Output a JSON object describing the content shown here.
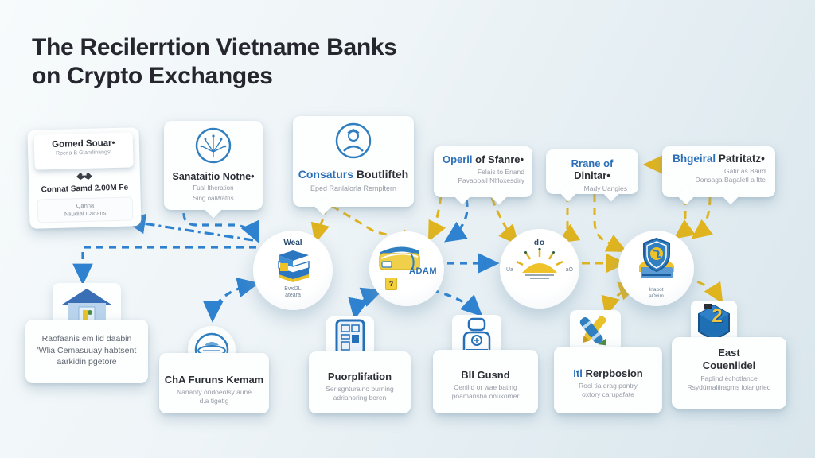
{
  "title": {
    "line1": "The Recilerrtion Vietname Banks",
    "line2": "on Crypto Exchanges"
  },
  "colors": {
    "arrow_blue": "#2e82d0",
    "arrow_yellow": "#e0b41e",
    "accent_blue": "#2a6fb8",
    "title_text": "#26262e",
    "body_text": "#2b2f36",
    "muted_text": "#979da6",
    "icon_yellow": "#f0c22a",
    "icon_blue": "#2f7fc1",
    "background": "#e8f0f4"
  },
  "top_row": [
    {
      "title": "Gomed Souar•",
      "subtitle": "Rper'a B Glandinangst",
      "mid_title": "Connat Samd 2.00M Fe",
      "inner_line1": "Qanna",
      "inner_line2": "Nliudial Cadans",
      "icon": "handshake-icon"
    },
    {
      "title": "Sanataitio Notne•",
      "sub1": "Fual Itheration",
      "sub2": "Sing oalWatns",
      "icon": "dandelion-icon"
    },
    {
      "title_accent": "Consaturs",
      "title_rest": " Boutlifteh",
      "sub1": "Eped Ranlalorla Rempltern",
      "icon": "graduate-icon"
    },
    {
      "title_accent": "Operil",
      "title_rest": " of Sfanre•",
      "sub1": "Felais to Enand",
      "sub2": "Pavaooail Nlfloxesdiry"
    },
    {
      "title_accent": "Rrane of",
      "title_rest": " Dinitar•",
      "sub1": "Mady Uangies"
    },
    {
      "title_accent": "Bhgeiral",
      "title_rest": " Patritatz•",
      "sub1": "Gatir as Baird",
      "sub2": "Donsaga Bagaletl a Itte"
    }
  ],
  "center_row": [
    {
      "label": "Weal",
      "cap1": "Bwd2L",
      "cap2": "ateara",
      "icon": "stacked-box-icon"
    },
    {
      "label": "ADAM",
      "tag": "?",
      "icon": "wallet-icon"
    },
    {
      "label": "do",
      "left_label": "Ua",
      "right_label": "aO",
      "icon": "sun-icon"
    },
    {
      "cap1": "Inapot",
      "cap2": "aOvim",
      "icon": "shield-icon"
    }
  ],
  "bottom_row": [
    {
      "lines": [
        "Raofaanis em lid daabin",
        "'Wlia Cemasuuay habtsent",
        "aarkidin pgetore"
      ],
      "icon": "house-icon"
    },
    {
      "title": "ChA Furuns Kemam",
      "sub1": "Nanaoty ondoeolsy aune",
      "sub2": "d.a tigetlg",
      "icon": "saturn-icon"
    },
    {
      "title": "Puorplifation",
      "sub1": "Serlsgnturaino burning",
      "sub2": "adrianoring boren",
      "icon": "kiosk-icon"
    },
    {
      "title": "Bll Gusnd",
      "sub1": "Cenilid or wae bating",
      "sub2": "poamansha onukomer",
      "icon": "person-icon"
    },
    {
      "title_accent": "Itl",
      "title_rest": " Rerpbosion",
      "sub1": "Rocl tia drag pontry",
      "sub2": "oxtory carupafate",
      "icon": "tools-icon"
    },
    {
      "title_line1": "East",
      "title_line2": "Couenlidel",
      "sub1": "Faplind échotlance",
      "sub2": "Rsydümaltiragms loiangried",
      "icon": "hexagon-icon",
      "badge": "2"
    }
  ]
}
